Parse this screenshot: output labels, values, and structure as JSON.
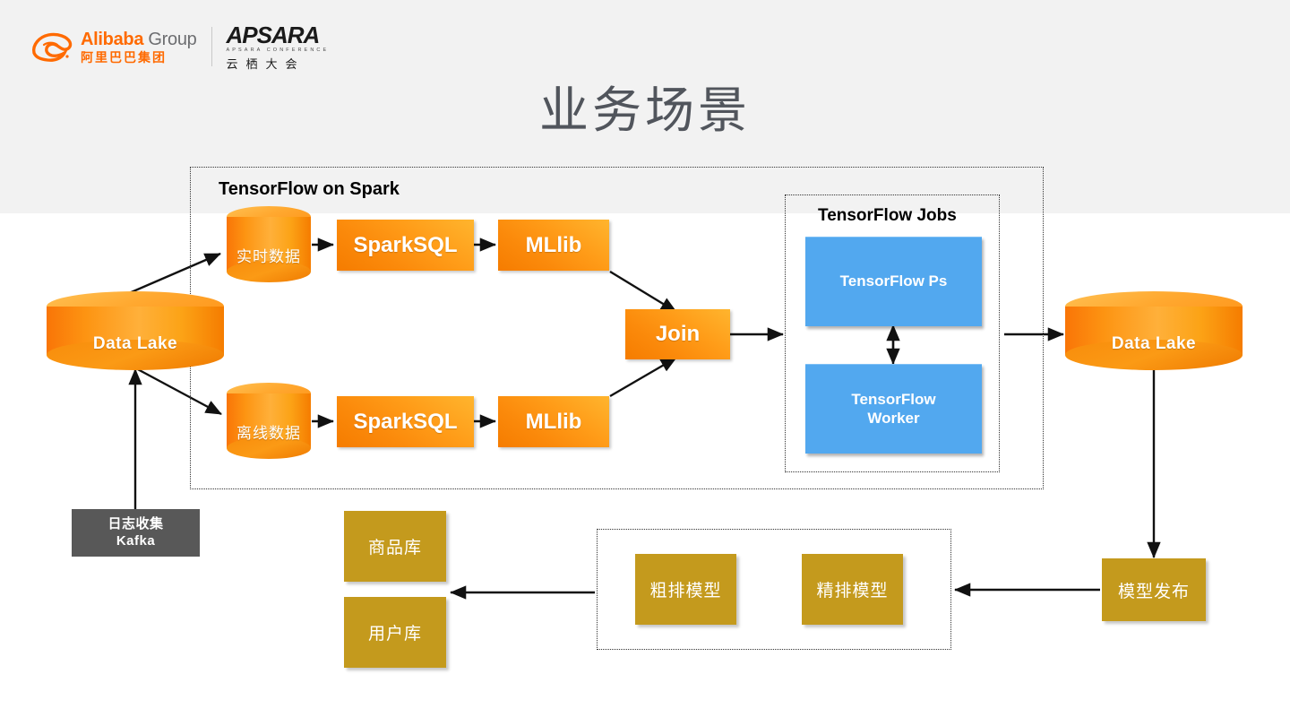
{
  "header": {
    "logo": {
      "alibaba_en_bold": "Alibaba",
      "alibaba_en_light": "Group",
      "alibaba_cn": "阿里巴巴集团",
      "apsara_en": "APSARA",
      "apsara_sub": "APSARA CONFERENCE",
      "apsara_cn": "云栖大会"
    },
    "title": "业务场景"
  },
  "diagram": {
    "groups": {
      "tf_on_spark_label": "TensorFlow on Spark",
      "tf_jobs_label": "TensorFlow Jobs"
    },
    "nodes": {
      "data_lake_left": "Data Lake",
      "data_lake_right": "Data Lake",
      "realtime_data": "实时数据",
      "offline_data": "离线数据",
      "sparksql_top": "SparkSQL",
      "sparksql_bottom": "SparkSQL",
      "mllib_top": "MLlib",
      "mllib_bottom": "MLlib",
      "join": "Join",
      "tf_ps": "TensorFlow Ps",
      "tf_worker_line1": "TensorFlow",
      "tf_worker_line2": "Worker",
      "kafka_line1": "日志收集",
      "kafka_line2": "Kafka",
      "item_store": "商品库",
      "user_store": "用户库",
      "coarse_model": "粗排模型",
      "fine_model": "精排模型",
      "model_publish": "模型发布"
    }
  },
  "colors": {
    "orange_accent": "#f57c00",
    "orange_light": "#ffb52e",
    "blue": "#52a8ef",
    "gold": "#c49a1d",
    "grey_box": "#585858",
    "title_grey": "#51555c",
    "band_grey": "#f2f2f2"
  }
}
